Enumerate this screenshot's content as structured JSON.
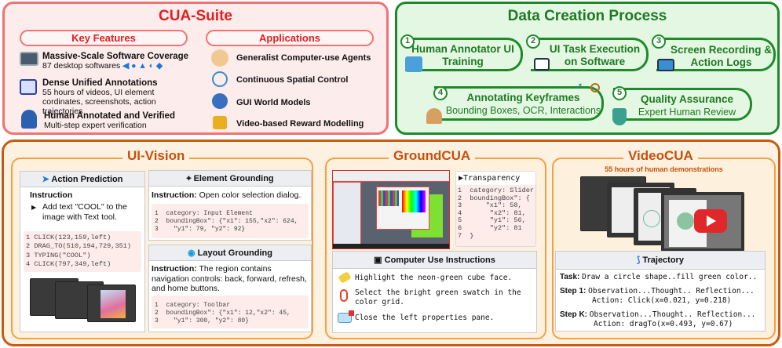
{
  "cua_suite": {
    "title": "CUA-Suite",
    "key_features_label": "Key Features",
    "applications_label": "Applications",
    "features": [
      {
        "title": "Massive-Scale Software Coverage",
        "desc": "87 desktop softwares"
      },
      {
        "title": "Dense Unified Annotations",
        "desc": "55 hours of videos, UI element cordinates, screenshots, action trajectories"
      },
      {
        "title": "Human Annotated and Verified",
        "desc": "Multi-step expert verification"
      }
    ],
    "applications": [
      "Generalist Computer-use Agents",
      "Continuous Spatial Control",
      "GUI World Models",
      "Video-based Reward Modelling"
    ]
  },
  "data_creation": {
    "title": "Data Creation Process",
    "steps": [
      {
        "num": "1",
        "title": "Human Annotator UI Training",
        "sub": ""
      },
      {
        "num": "2",
        "title": "UI Task Execution on Software",
        "sub": ""
      },
      {
        "num": "3",
        "title": "Screen Recording & Action Logs",
        "sub": ""
      },
      {
        "num": "4",
        "title": "Annotating Keyframes",
        "sub": "Bounding Boxes, OCR, Interactions"
      },
      {
        "num": "5",
        "title": "Quality Assurance",
        "sub": "Expert Human Review"
      }
    ]
  },
  "ui_vision": {
    "title": "UI-Vision",
    "action_prediction": {
      "title": "Action Prediction",
      "instruction_label": "Instruction",
      "instruction": "Add text \"COOL\" to the image with Text tool.",
      "code": "1 CLICK(123,159,left)\n2 DRAG_TO(510,194,729,351)\n3 TYPING(\"COOL\")\n4 CLICK(797,349,left)"
    },
    "element_grounding": {
      "title": "Element Grounding",
      "instruction_label": "Instruction:",
      "instruction": "Open color selection dialog.",
      "code": "1  category: Input Element\n2  boundingBox\": {\"x1\": 155,\"x2\": 624,\n3    \"y1\": 79, \"y2\": 92}"
    },
    "layout_grounding": {
      "title": "Layout Grounding",
      "instruction_label": "Instruction:",
      "instruction": "The region contains navigation controls: back, forward, refresh, and home buttons.",
      "code": "1  category: Toolbar\n2  boundingBox\": {\"x1\": 12,\"x2\": 45,\n3    \"y1\": 300, \"y2\": 80}"
    }
  },
  "groundcua": {
    "title": "GroundCUA",
    "element_label": "Transparency",
    "code": "1  category: Slider\n2  boundingBox\": {\n3      \"x1\": 58,\n4       \"x2\": 81,\n5       \"y1\": 56,\n6       \"y2\": 81\n7  }",
    "instructions_title": "Computer Use Instructions",
    "instructions": [
      "Highlight the neon-green cube face.",
      "Select the bright green swatch in the color grid.",
      "Close the left properties pane."
    ]
  },
  "videocua": {
    "title": "VideoCUA",
    "subtitle": "55 hours of human demonstrations",
    "trajectory_title": "Trajectory",
    "task_label": "Task:",
    "task": "Draw a circle shape..fill green color..",
    "steps": [
      {
        "label": "Step 1:",
        "obs": "Observation...Thought.. Reflection...",
        "action": "Action: Click(x=0.021, y=0.218)"
      },
      {
        "label": "Step K:",
        "obs": "Observation...Thought.. Reflection...",
        "action": "Action: dragTo(x=0.493, y=0.67)"
      }
    ]
  },
  "colors": {
    "red": "#e02020",
    "green": "#1e7a25",
    "orange": "#c8500a"
  }
}
